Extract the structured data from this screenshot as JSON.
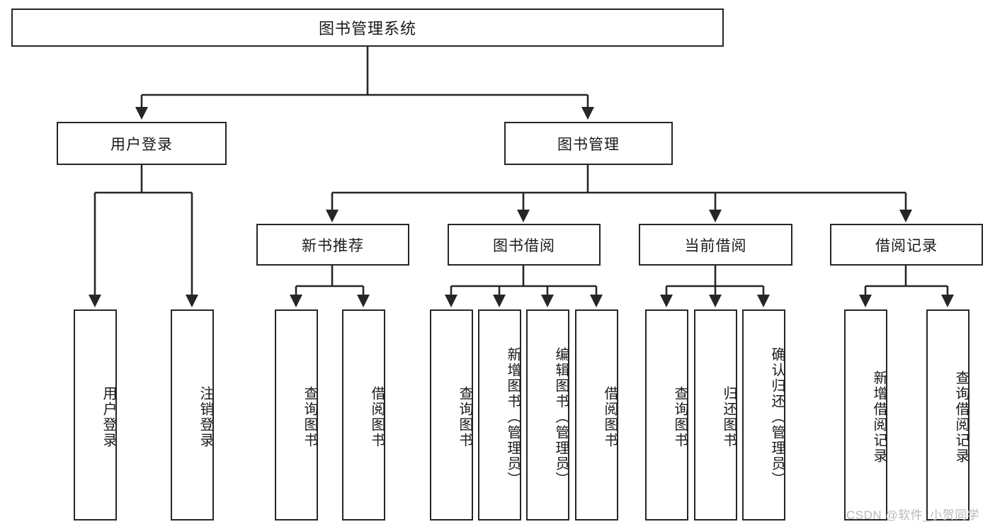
{
  "diagram": {
    "title": "图书管理系统",
    "watermark": "CSDN @软件_小贺同学",
    "line_color": "#262626",
    "box_fill": "#ffffff",
    "text_color": "#1a1a1a",
    "watermark_color": "#b9b9b9",
    "root": {
      "label": "图书管理系统"
    },
    "level2": [
      {
        "label": "用户登录"
      },
      {
        "label": "图书管理"
      }
    ],
    "level3": [
      {
        "label": "新书推荐"
      },
      {
        "label": "图书借阅"
      },
      {
        "label": "当前借阅"
      },
      {
        "label": "借阅记录"
      }
    ],
    "leaves_user_login": [
      {
        "label": "用户登录"
      },
      {
        "label": "注销登录"
      }
    ],
    "leaves_new_book": [
      {
        "label": "查询图书"
      },
      {
        "label": "借阅图书"
      }
    ],
    "leaves_borrow": [
      {
        "label": "查询图书"
      },
      {
        "label": "新增图书（管理员）"
      },
      {
        "label": "编辑图书（管理员）"
      },
      {
        "label": "借阅图书"
      }
    ],
    "leaves_current": [
      {
        "label": "查询图书"
      },
      {
        "label": "归还图书"
      },
      {
        "label": "确认归还（管理员）"
      }
    ],
    "leaves_records": [
      {
        "label": "新增借阅记录"
      },
      {
        "label": "查询借阅记录"
      }
    ]
  }
}
